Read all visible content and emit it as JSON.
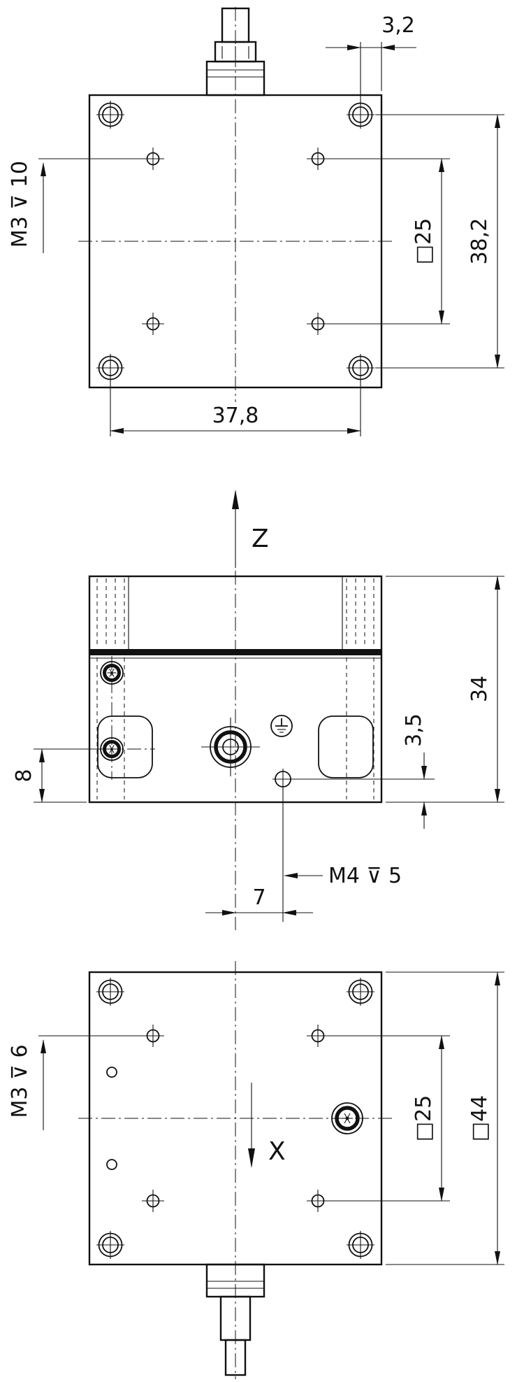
{
  "labels": {
    "top_view": {
      "edge_offset": "3,2",
      "screw_span_v": "38,2",
      "hole_square": "□25",
      "thread_callout": "M3 ⊽ 10",
      "screw_span_h": "37,8"
    },
    "side_view": {
      "axis": "Z",
      "height": "34",
      "connector_offset": "3,5",
      "screw_height": "8",
      "thread_callout": "M4 ⊽ 5",
      "center_offset": "7"
    },
    "bottom_view": {
      "thread_callout": "M3 ⊽ 6",
      "axis": "X",
      "hole_square": "□25",
      "body_square": "□44"
    }
  }
}
